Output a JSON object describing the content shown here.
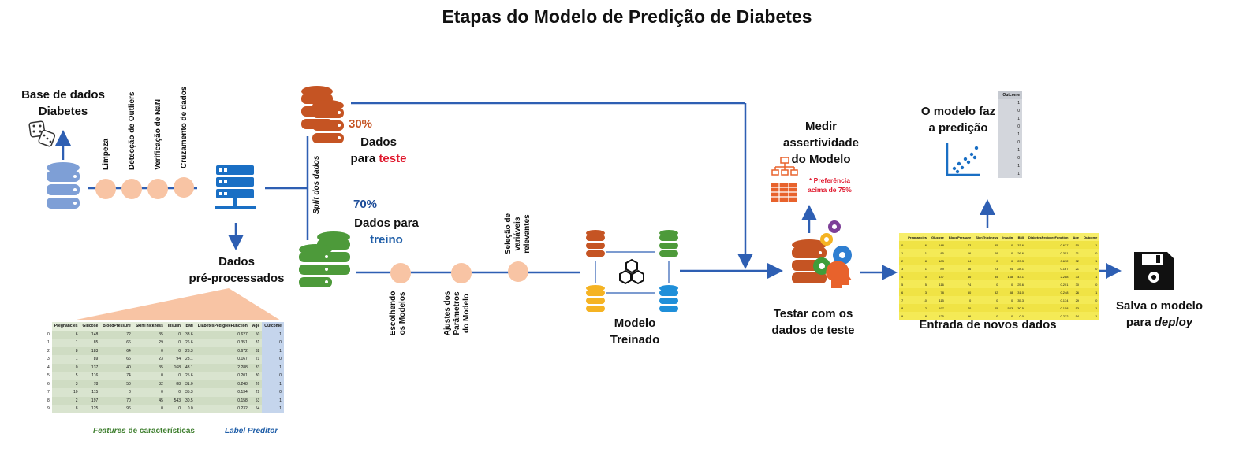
{
  "title": "Etapas do Modelo de Predição de Diabetes",
  "db": {
    "line1": "Base de dados",
    "line2": "Diabetes"
  },
  "steps": [
    "Limpeza",
    "Detecção de Outliers",
    "Verificação de NaN",
    "Cruzamento de dados"
  ],
  "preprocessed": {
    "line1": "Dados",
    "line2": "pré-processados"
  },
  "split_label": "Split dos dados",
  "test": {
    "pct": "30%",
    "line1": "Dados",
    "line2_prefix": "para ",
    "line2_highlight": "teste"
  },
  "train": {
    "pct": "70%",
    "line1": "Dados para",
    "line2": "treino"
  },
  "train_steps": [
    "Escolhendo os Modelos",
    "Ajustes dos Parâmetros do Modelo",
    "Seleção de variáveis relevantes"
  ],
  "trained": {
    "line1": "Modelo",
    "line2": "Treinado"
  },
  "measure": {
    "line1": "Medir",
    "line2": "assertividade",
    "line3": "do Modelo",
    "note1": "* Preferência",
    "note2": "acima de 75%"
  },
  "testing": {
    "line1": "Testar com os",
    "line2": "dados de teste"
  },
  "predict": {
    "line1": "O modelo faz",
    "line2": "a predição"
  },
  "new_data": "Entrada de novos dados",
  "save": {
    "line1": "Salva o modelo",
    "line2_prefix": "para ",
    "line2_italic": "deploy"
  },
  "features_caption": {
    "italic": "Features",
    "rest": " de características"
  },
  "label_caption": "Label Preditor",
  "table": {
    "headers": [
      "",
      "Pregnancies",
      "Glucose",
      "BloodPressure",
      "SkinThickness",
      "Insulin",
      "BMI",
      "DiabetesPedigreeFunction",
      "Age",
      "Outcome"
    ],
    "rows": [
      [
        "0",
        "6",
        "148",
        "72",
        "35",
        "0",
        "33.6",
        "0.627",
        "50",
        "1"
      ],
      [
        "1",
        "1",
        "85",
        "66",
        "29",
        "0",
        "26.6",
        "0.351",
        "31",
        "0"
      ],
      [
        "2",
        "8",
        "183",
        "64",
        "0",
        "0",
        "23.3",
        "0.672",
        "32",
        "1"
      ],
      [
        "3",
        "1",
        "89",
        "66",
        "23",
        "94",
        "28.1",
        "0.167",
        "21",
        "0"
      ],
      [
        "4",
        "0",
        "137",
        "40",
        "35",
        "168",
        "43.1",
        "2.288",
        "33",
        "1"
      ],
      [
        "5",
        "5",
        "116",
        "74",
        "0",
        "0",
        "25.6",
        "0.201",
        "30",
        "0"
      ],
      [
        "6",
        "3",
        "78",
        "50",
        "32",
        "88",
        "31.0",
        "0.248",
        "26",
        "1"
      ],
      [
        "7",
        "10",
        "115",
        "0",
        "0",
        "0",
        "35.3",
        "0.134",
        "29",
        "0"
      ],
      [
        "8",
        "2",
        "197",
        "70",
        "45",
        "543",
        "30.5",
        "0.158",
        "53",
        "1"
      ],
      [
        "9",
        "8",
        "125",
        "96",
        "0",
        "0",
        "0.0",
        "0.232",
        "54",
        "1"
      ]
    ]
  },
  "outcome_table": {
    "header": "Outcome",
    "values": [
      "1",
      "0",
      "1",
      "0",
      "1",
      "0",
      "1",
      "0",
      "1",
      "1"
    ]
  },
  "colors": {
    "arrow": "#2e5fb3",
    "orange": "#c55423",
    "green": "#4d9a3a",
    "blue_db": "#7e9fd6",
    "red": "#e0182d",
    "blue_text": "#1f5ea8"
  }
}
